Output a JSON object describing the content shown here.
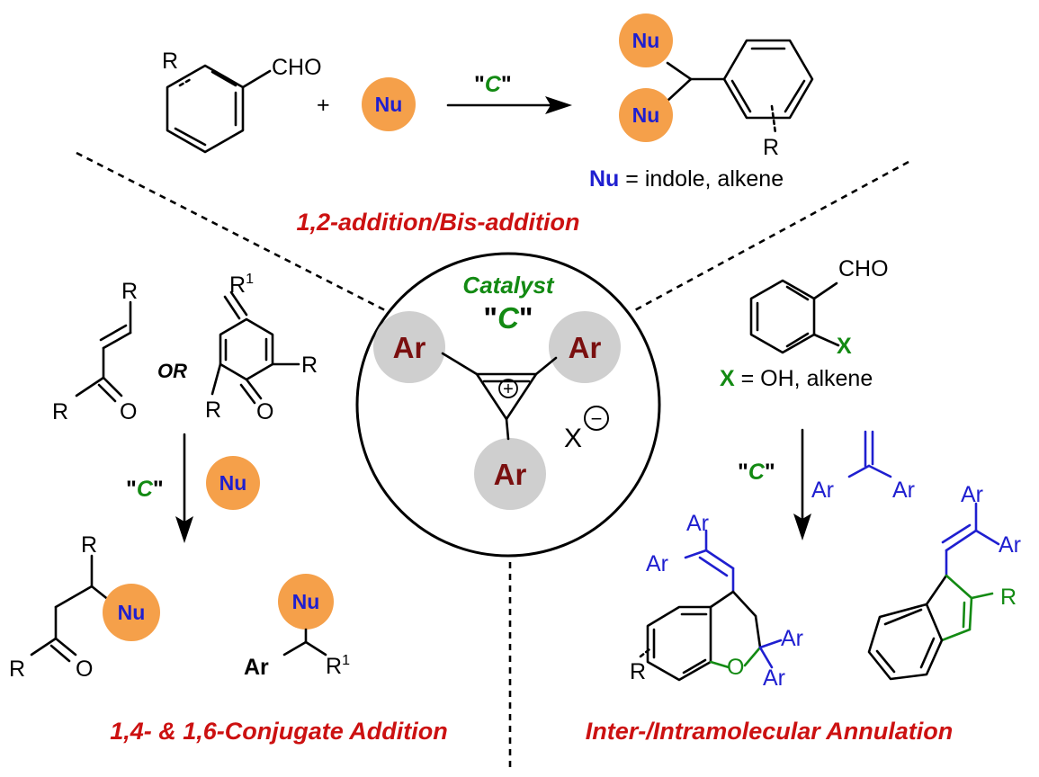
{
  "colors": {
    "nucleophile_circle": "#f5a04a",
    "aryl_circle": "#cfcfcf",
    "title_red": "#cc1111",
    "catalyst_green": "#138a13",
    "nucleophile_blue": "#1f1fd0",
    "aryl_darkred": "#7a0f0f"
  },
  "top": {
    "sub_R": "R",
    "sub_CHO": "CHO",
    "plus": "+",
    "nu_reactant": "Nu",
    "arrow_quote_open": "\"",
    "arrow_C": "C",
    "arrow_quote_close": "\"",
    "nu_product_1": "Nu",
    "nu_product_2": "Nu",
    "product_R": "R",
    "nu_def_symbol": "Nu",
    "nu_def_text": " = indole, alkene",
    "title": "1,2-addition/Bis-addition"
  },
  "center": {
    "catalyst_label": "Catalyst",
    "c_quote_open": "\"",
    "c_letter": "C",
    "c_quote_close": "\"",
    "ar_left": "Ar",
    "ar_right": "Ar",
    "ar_bottom": "Ar",
    "plus_sign": "+",
    "counterion": "X",
    "minus_sign": "−"
  },
  "left": {
    "enone_R_top": "R",
    "enone_R_left": "R",
    "enone_O": "O",
    "or_text": "OR",
    "qm_R1": "R",
    "qm_R1_sup": "1",
    "qm_R_right": "R",
    "qm_R_left": "R",
    "qm_O": "O",
    "arrow_quote_open": "\"",
    "arrow_C": "C",
    "arrow_quote_close": "\"",
    "arrow_nu": "Nu",
    "prod1_R_top": "R",
    "prod1_nu": "Nu",
    "prod1_R_left": "R",
    "prod1_O": "O",
    "prod2_nu": "Nu",
    "prod2_ar": "Ar",
    "prod2_R1": "R",
    "prod2_R1_sup": "1",
    "title": "1,4- & 1,6-Conjugate Addition"
  },
  "right": {
    "sub_CHO": "CHO",
    "sub_X": "X",
    "x_def_symbol": "X",
    "x_def_text": " = OH, alkene",
    "arrow_quote_open": "\"",
    "arrow_C": "C",
    "arrow_quote_close": "\"",
    "reagent_ar_left": "Ar",
    "reagent_ar_right": "Ar",
    "chroman_ar_top": "Ar",
    "chroman_ar_left": "Ar",
    "chroman_ar_right1": "Ar",
    "chroman_ar_right2": "Ar",
    "chroman_O": "O",
    "chroman_R": "R",
    "indene_ar_top": "Ar",
    "indene_ar_right": "Ar",
    "indene_R": "R",
    "title": "Inter-/Intramolecular Annulation"
  }
}
